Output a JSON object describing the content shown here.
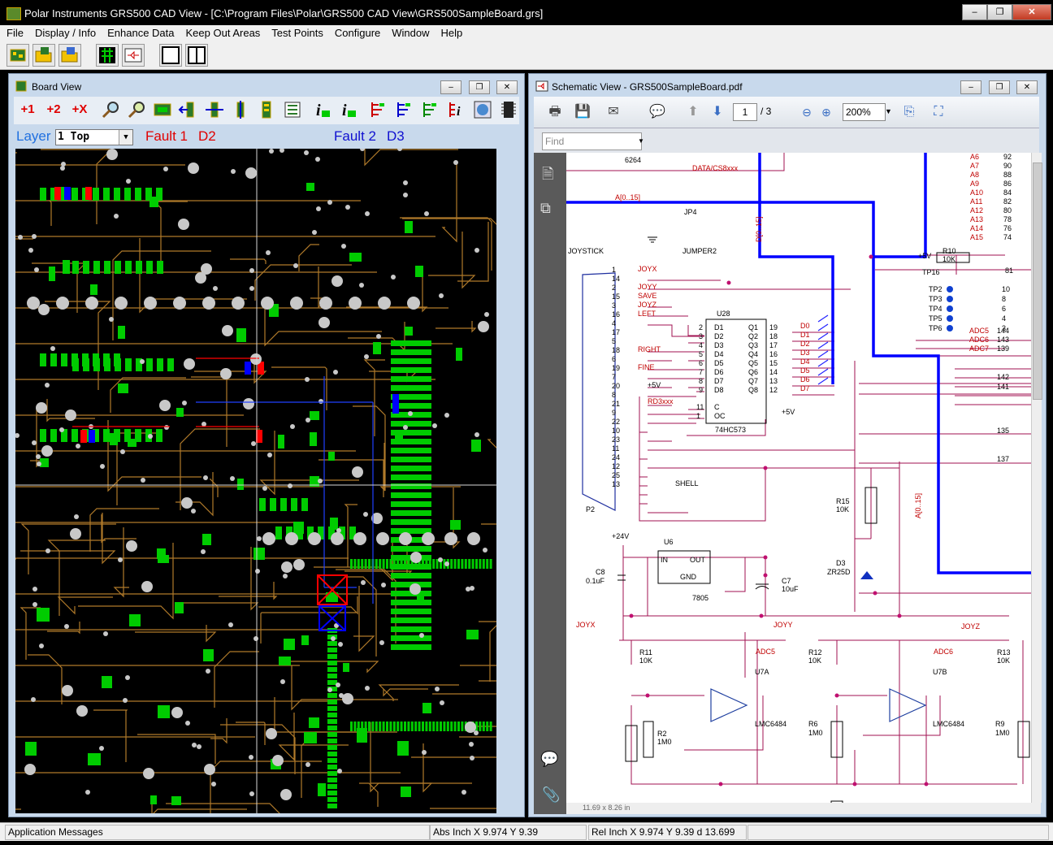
{
  "app": {
    "title": "Polar Instruments GRS500 CAD View - [C:\\Program Files\\Polar\\GRS500 CAD View\\GRS500SampleBoard.grs]",
    "window_buttons": [
      "–",
      "❐",
      "✕"
    ]
  },
  "menu": [
    "File",
    "Display / Info",
    "Enhance Data",
    "Keep Out Areas",
    "Test Points",
    "Configure",
    "Window",
    "Help"
  ],
  "main_toolbar_icons": [
    "board-icon",
    "open-folder-icon",
    "open-folder-icon",
    "board-view-icon",
    "schematic-icon",
    "single-pane-icon",
    "split-pane-icon"
  ],
  "board_view": {
    "title": "Board View",
    "tool_labels": [
      "+1",
      "+2",
      "+X"
    ],
    "layer_label": "Layer",
    "layer_value": "1 Top",
    "fault1_label": "Fault 1",
    "fault1_value": "D2",
    "fault2_label": "Fault 2",
    "fault2_value": "D3",
    "colors": {
      "copper": "#b07a2a",
      "pad": "#00cc00",
      "via": "#c8c8c8",
      "fault1": "#ff0000",
      "fault2": "#0000ff",
      "background": "#000000"
    }
  },
  "schematic_view": {
    "title": "Schematic View - GRS500SampleBoard.pdf",
    "page_current": "1",
    "page_total": "/ 3",
    "zoom": "200%",
    "find_placeholder": "Find",
    "bottom_text": "11.69 x 8.26 in",
    "labels": {
      "part_6264": "6264",
      "data_cs": "DATA/CS8xxx",
      "bus_a": "A[0..15]",
      "bus_d": "D[0..15]",
      "bus_a2": "A[0..15]",
      "jp4": "JP4",
      "jumper2": "JUMPER2",
      "joystick": "JOYSTICK",
      "p2": "P2",
      "shell": "SHELL",
      "u28": "U28",
      "u28_part": "74HC573",
      "plus5v": "+5V",
      "rd3": "RD3xxx",
      "r10": "R10",
      "r10_val": "10K",
      "tp16": "TP16",
      "r15": "R15",
      "r15_val": "10K",
      "d3": "D3",
      "d3_val": "ZR25D",
      "plus24v": "+24V",
      "u6": "U6",
      "u6_part": "7805",
      "u6_in": "IN",
      "u6_out": "OUT",
      "u6_gnd": "GND",
      "c8": "C8",
      "c8_val": "0.1uF",
      "c7": "C7",
      "c7_val": "10uF",
      "joyx": "JOYX",
      "joyy": "JOYY",
      "joyz": "JOYZ",
      "r11": "R11",
      "r11_val": "10K",
      "r2": "R2",
      "r2_val": "1M0",
      "u7a": "U7A",
      "adc5": "ADC5",
      "lmc": "LMC6484",
      "r12": "R12",
      "r12_val": "10K",
      "r6": "R6",
      "r6_val": "1M0",
      "u7b": "U7B",
      "adc6": "ADC6",
      "r13": "R13",
      "r13_val": "10K",
      "r9": "R9",
      "r9_val": "1M0"
    },
    "joystick_pins": [
      {
        "pin": "1",
        "net": "JOYX"
      },
      {
        "pin": "14",
        "net": ""
      },
      {
        "pin": "2",
        "net": "JOYY"
      },
      {
        "pin": "15",
        "net": "SAVE"
      },
      {
        "pin": "3",
        "net": "JOYZ"
      },
      {
        "pin": "16",
        "net": "LEFT"
      },
      {
        "pin": "4",
        "net": ""
      },
      {
        "pin": "17",
        "net": ""
      },
      {
        "pin": "5",
        "net": ""
      },
      {
        "pin": "18",
        "net": "RIGHT"
      },
      {
        "pin": "6",
        "net": ""
      },
      {
        "pin": "19",
        "net": "FINE"
      },
      {
        "pin": "7",
        "net": ""
      },
      {
        "pin": "20",
        "net": ""
      },
      {
        "pin": "8",
        "net": ""
      },
      {
        "pin": "21",
        "net": ""
      },
      {
        "pin": "9",
        "net": ""
      },
      {
        "pin": "22",
        "net": ""
      },
      {
        "pin": "10",
        "net": ""
      },
      {
        "pin": "23",
        "net": ""
      },
      {
        "pin": "11",
        "net": ""
      },
      {
        "pin": "24",
        "net": ""
      },
      {
        "pin": "12",
        "net": ""
      },
      {
        "pin": "25",
        "net": ""
      },
      {
        "pin": "13",
        "net": ""
      }
    ],
    "u28_inputs": [
      {
        "pin": "2",
        "name": "D1"
      },
      {
        "pin": "3",
        "name": "D2"
      },
      {
        "pin": "4",
        "name": "D3"
      },
      {
        "pin": "5",
        "name": "D4"
      },
      {
        "pin": "6",
        "name": "D5"
      },
      {
        "pin": "7",
        "name": "D6"
      },
      {
        "pin": "8",
        "name": "D7"
      },
      {
        "pin": "9",
        "name": "D8"
      }
    ],
    "u28_outputs": [
      {
        "pin": "19",
        "name": "Q1",
        "net": "D0"
      },
      {
        "pin": "18",
        "name": "Q2",
        "net": "D1"
      },
      {
        "pin": "17",
        "name": "Q3",
        "net": "D2"
      },
      {
        "pin": "16",
        "name": "Q4",
        "net": "D3"
      },
      {
        "pin": "15",
        "name": "Q5",
        "net": "D4"
      },
      {
        "pin": "14",
        "name": "Q6",
        "net": "D5"
      },
      {
        "pin": "13",
        "name": "Q7",
        "net": "D6"
      },
      {
        "pin": "12",
        "name": "Q8",
        "net": "D7"
      }
    ],
    "u28_ctrl": [
      {
        "pin": "11",
        "name": "C"
      },
      {
        "pin": "1",
        "name": "OC"
      }
    ],
    "addr_lines": [
      {
        "net": "A6",
        "pin": "92"
      },
      {
        "net": "A7",
        "pin": "90"
      },
      {
        "net": "A8",
        "pin": "88"
      },
      {
        "net": "A9",
        "pin": "86"
      },
      {
        "net": "A10",
        "pin": "84"
      },
      {
        "net": "A11",
        "pin": "82"
      },
      {
        "net": "A12",
        "pin": "80"
      },
      {
        "net": "A13",
        "pin": "78"
      },
      {
        "net": "A14",
        "pin": "76"
      },
      {
        "net": "A15",
        "pin": "74"
      }
    ],
    "testpoints": [
      {
        "name": "TP2",
        "pin": "10"
      },
      {
        "name": "TP3",
        "pin": "8"
      },
      {
        "name": "TP4",
        "pin": "6"
      },
      {
        "name": "TP5",
        "pin": "4"
      },
      {
        "name": "TP6",
        "pin": "3"
      }
    ],
    "adc_lines": [
      {
        "net": "ADC5",
        "pin": "144"
      },
      {
        "net": "ADC6",
        "pin": "143"
      },
      {
        "net": "ADC7",
        "pin": "139"
      }
    ],
    "other_pins": [
      "81",
      "142",
      "141",
      "135",
      "137"
    ]
  },
  "status": {
    "messages": "Application Messages",
    "abs": "Abs Inch  X 9.974 Y 9.39",
    "rel": "Rel Inch  X 9.974 Y 9.39 d 13.699"
  }
}
